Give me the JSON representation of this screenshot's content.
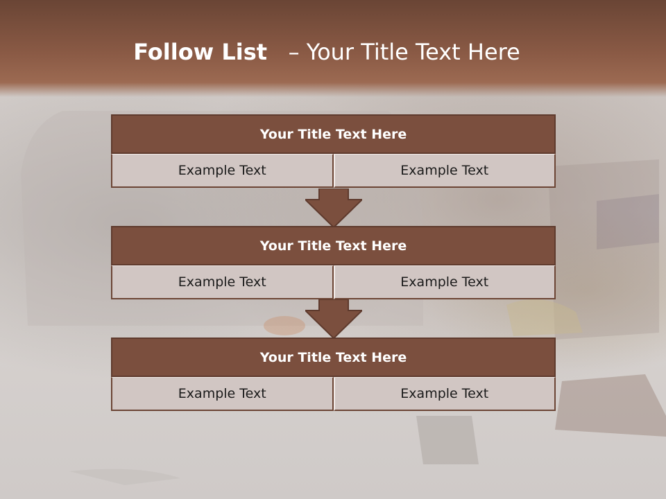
{
  "slide": {
    "title_bold": "Follow List",
    "title_rest": "– Your Title Text Here"
  },
  "steps": [
    {
      "title": "Your Title Text Here",
      "left": "Example Text",
      "right": "Example Text"
    },
    {
      "title": "Your Title Text Here",
      "left": "Example Text",
      "right": "Example Text"
    },
    {
      "title": "Your Title Text Here",
      "left": "Example Text",
      "right": "Example Text"
    }
  ],
  "colors": {
    "header": "#8a5a45",
    "block_title": "#7b4f3e",
    "cell": "#d1c6c3",
    "arrow": "#7b4f3e"
  }
}
